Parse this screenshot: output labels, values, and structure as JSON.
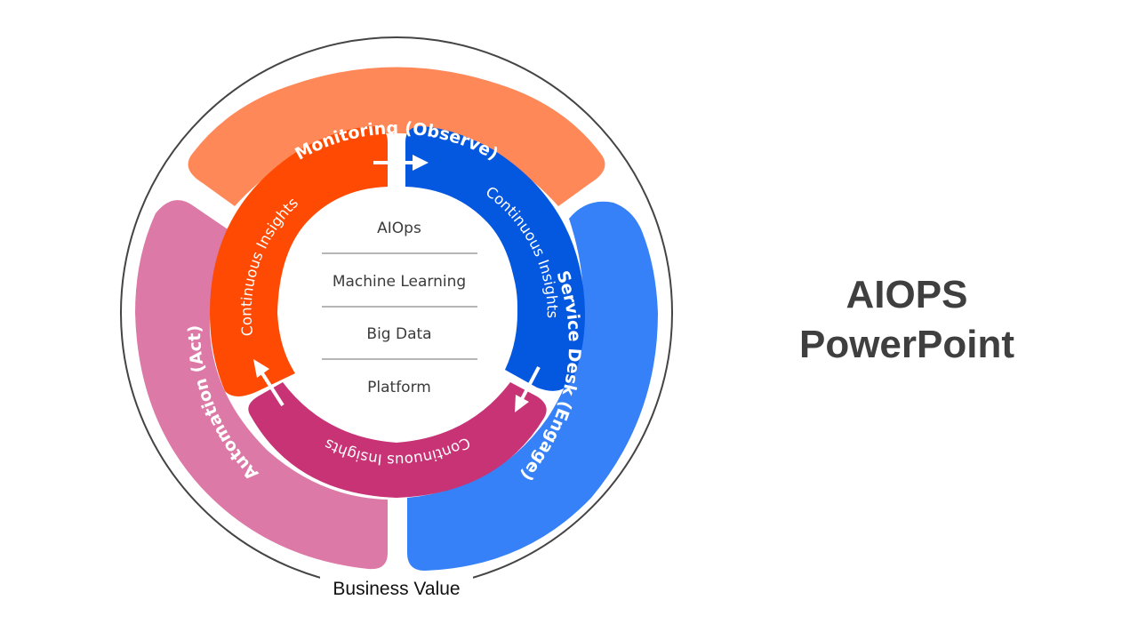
{
  "title": {
    "line1": "AIOPS",
    "line2": "PowerPoint"
  },
  "footer": {
    "label": "Business Value"
  },
  "outer_segments": {
    "monitoring": {
      "label": "Monitoring (Observe)",
      "color": "#FF8859"
    },
    "service_desk": {
      "label": "Service Desk (Engage)",
      "color": "#3680F8"
    },
    "automation": {
      "label": "Automation (Act)",
      "color": "#DC79A6"
    }
  },
  "inner_segments": {
    "orange": {
      "label": "Continuous Insights",
      "color": "#FE4A03"
    },
    "blue": {
      "label": "Continuous Insights",
      "color": "#0458E0"
    },
    "magenta": {
      "label": "Continuous Insights",
      "color": "#C83375"
    }
  },
  "center_stack": {
    "items": [
      "AIOps",
      "Machine Learning",
      "Big Data",
      "Platform"
    ]
  },
  "colors": {
    "outline": "#444444",
    "divider": "#8a8a8a",
    "arrow": "#ffffff",
    "title": "#3f3f3f"
  }
}
